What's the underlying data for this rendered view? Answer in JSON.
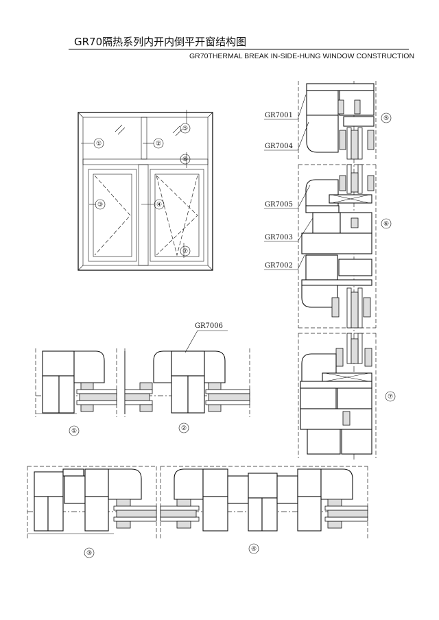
{
  "header": {
    "title_cn": "GR70隔热系列内开内倒平开窗结构图",
    "title_en": "GR70THERMAL BREAK IN-SIDE-HUNG WINDOW CONSTRUCTION"
  },
  "elevation": {
    "markers": [
      "①",
      "②",
      "③",
      "④",
      "⑤",
      "⑥",
      "⑦"
    ]
  },
  "profiles": {
    "p1": "GR7001",
    "p4": "GR7004",
    "p5": "GR7005",
    "p3": "GR7003",
    "p2": "GR7002",
    "p6": "GR7006"
  },
  "sections": {
    "s1": "①",
    "s2": "②",
    "s3": "③",
    "s4": "④",
    "s5": "⑤",
    "s6": "⑥",
    "s7": "⑦"
  }
}
